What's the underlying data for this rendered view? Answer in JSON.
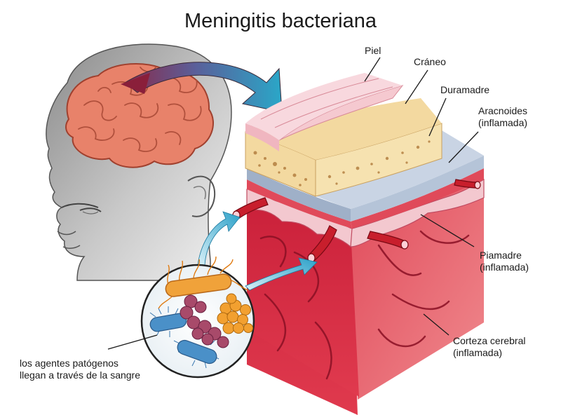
{
  "title": "Meningitis bacteriana",
  "labels": {
    "piel": "Piel",
    "craneo": "Cráneo",
    "duramadre": "Duramadre",
    "aracnoides": [
      "Aracnoides",
      "(inflamada)"
    ],
    "piamadre": [
      "Piamadre",
      "(inflamada)"
    ],
    "corteza": [
      "Corteza cerebral",
      "(inflamada)"
    ],
    "patogenos": [
      "los agentes patógenos",
      "llegan a través de la sangre"
    ]
  },
  "icons": [
    "head-icon",
    "brain-icon",
    "bacteria-icon",
    "blood-vessel-icon",
    "arrow-icon"
  ],
  "colors": {
    "brain": "#e8826a",
    "skin": "#f5c9d0",
    "skull": "#f3d9a0",
    "dura": "#b5c4d8",
    "arachnoid": "#e04a5a",
    "cortex": "#d92a40",
    "arrow": "#2aa7c8",
    "bacteria_orange": "#f0a23a",
    "bacteria_blue": "#4a90c8",
    "bacteria_purple": "#a84a6a"
  }
}
